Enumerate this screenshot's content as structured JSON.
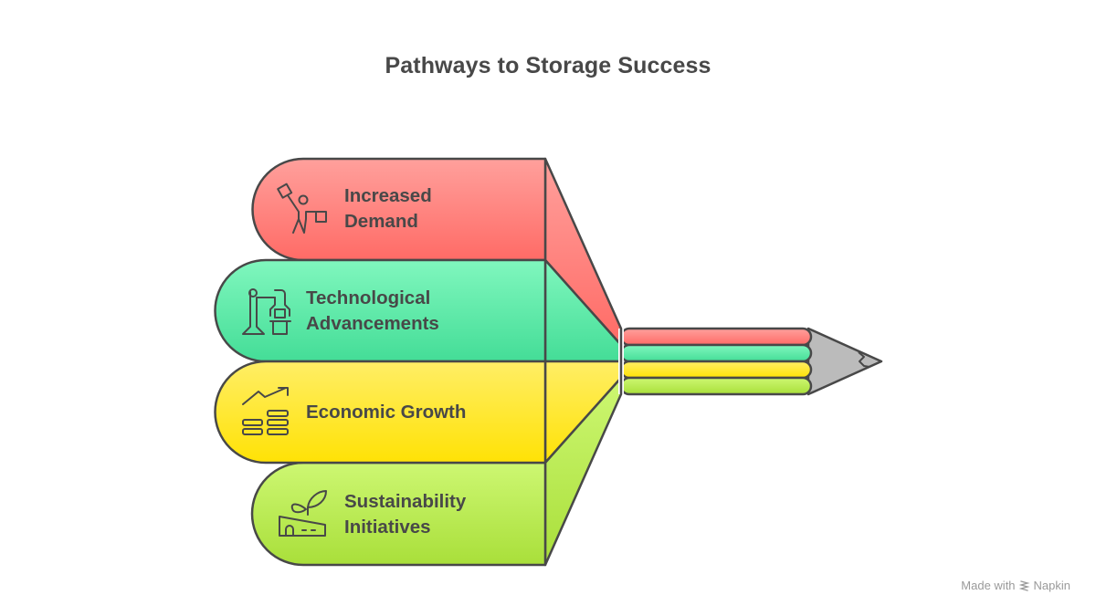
{
  "title": "Pathways to Storage Success",
  "items": [
    {
      "line1": "Increased",
      "line2": "Demand",
      "icon": "person-shopping-icon",
      "color_top": "#FFA09C",
      "color_bottom": "#FF6B66"
    },
    {
      "line1": "Technological",
      "line2": "Advancements",
      "icon": "robotic-arm-icon",
      "color_top": "#80F7BE",
      "color_bottom": "#44DD97"
    },
    {
      "line1": "Economic Growth",
      "line2": "",
      "icon": "coins-growth-icon",
      "color_top": "#FFEE66",
      "color_bottom": "#FFE205"
    },
    {
      "line1": "Sustainability",
      "line2": "Initiatives",
      "icon": "eco-building-icon",
      "color_top": "#CDF772",
      "color_bottom": "#A9DF3A"
    }
  ],
  "pencil_tip_color": "#BBBBBB",
  "outline_color": "#484848",
  "watermark": {
    "prefix": "Made with",
    "brand": "Napkin"
  }
}
